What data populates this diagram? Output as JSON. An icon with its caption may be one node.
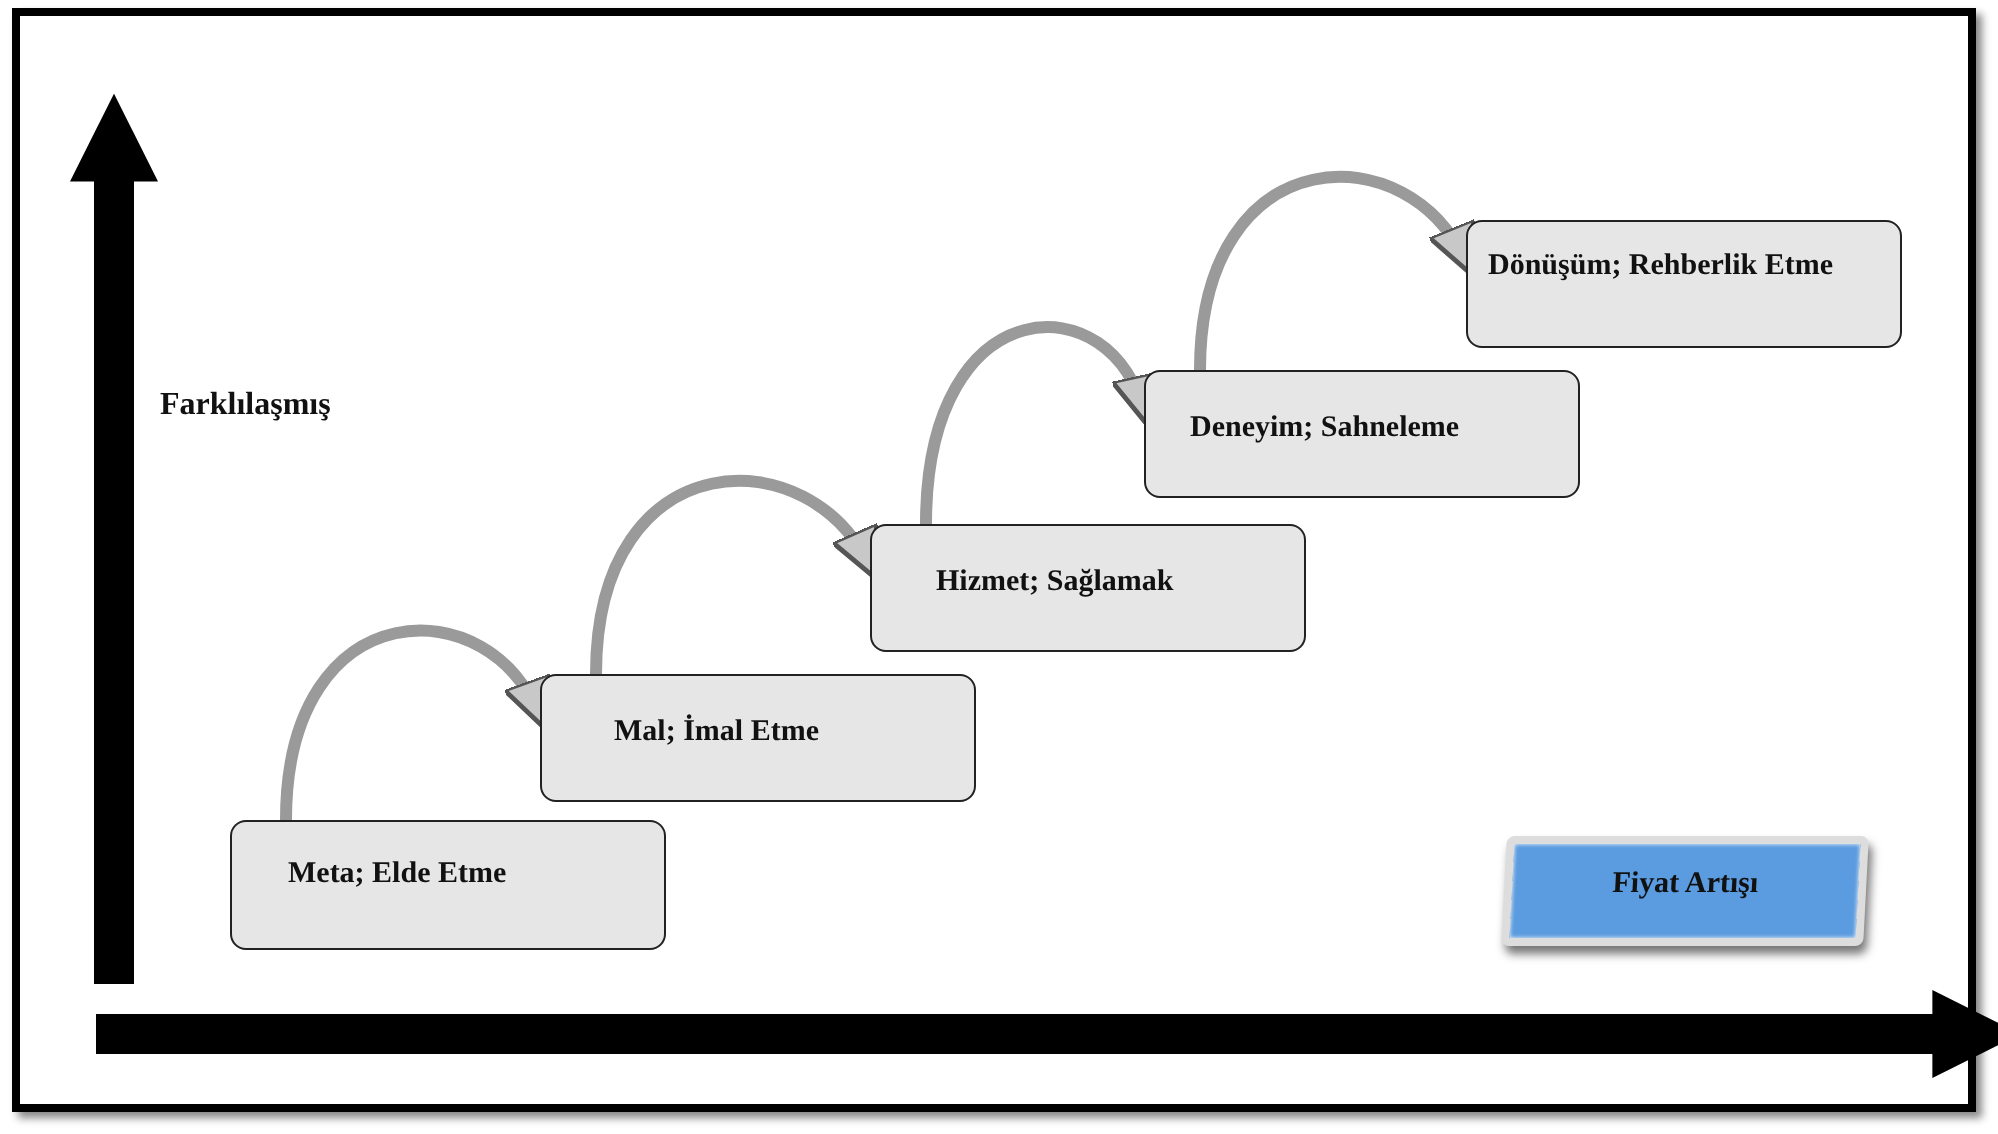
{
  "diagram": {
    "nodes": [
      {
        "text": [
          "Meta; Elde Etme"
        ]
      },
      {
        "text": [
          "Mal; İmal Etme"
        ]
      },
      {
        "text": [
          "Hizmet; Sağlamak"
        ]
      },
      {
        "text": [
          "Deneyim; Sahneleme"
        ]
      },
      {
        "text": [
          "Dönüşüm; Rehberlik Etme"
        ]
      },
      {
        "text": [
          "Fiyat Artışı"
        ]
      }
    ],
    "edges": [
      {
        "from": 0,
        "to": 1,
        "arrow": "to"
      },
      {
        "from": 1,
        "to": 2,
        "arrow": "to"
      },
      {
        "from": 2,
        "to": 3,
        "arrow": "to"
      },
      {
        "from": 3,
        "to": 4,
        "arrow": "to"
      }
    ],
    "labels": [
      "Farklılaşmış"
    ]
  }
}
